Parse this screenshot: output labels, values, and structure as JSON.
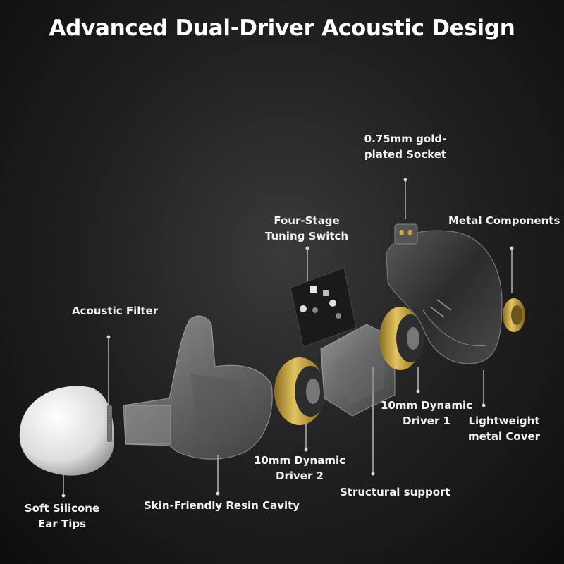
{
  "title": "Advanced Dual-Driver Acoustic Design",
  "labels": {
    "socket": [
      "0.75mm gold-",
      "plated Socket"
    ],
    "metal_components": "Metal Components",
    "tuning_switch": [
      "Four-Stage",
      "Tuning Switch"
    ],
    "acoustic_filter": "Acoustic Filter",
    "driver_1": [
      "10mm Dynamic",
      "Driver 1"
    ],
    "metal_cover": [
      "Lightweight",
      "metal Cover"
    ],
    "driver_2": [
      "10mm Dynamic",
      "Driver 2"
    ],
    "structural_support": "Structural support",
    "ear_tips": [
      "Soft Silicone",
      "Ear Tips"
    ],
    "resin_cavity": "Skin-Friendly Resin Cavity"
  },
  "colors": {
    "gold": "#c9a646",
    "leader": "#d8d8d8"
  }
}
